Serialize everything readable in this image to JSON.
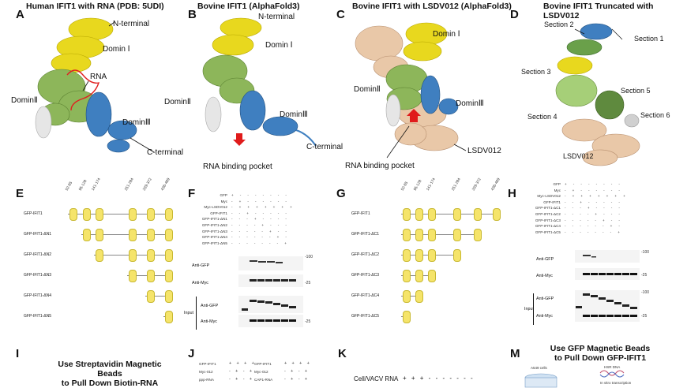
{
  "top": {
    "A": {
      "letter": "A",
      "title": "Human IFIT1 with RNA (PDB: 5UDI)",
      "labels": {
        "n": "N-terminal",
        "d1": "Domin Ⅰ",
        "rna": "RNA",
        "d2": "DominⅡ",
        "d3": "DominⅢ",
        "c": "C-terminal"
      }
    },
    "B": {
      "letter": "B",
      "title": "Bovine IFIT1 (AlphaFold3)",
      "labels": {
        "n": "N-terminal",
        "d1": "Domin Ⅰ",
        "d2": "DominⅡ",
        "d3": "DominⅢ",
        "c": "C-terminal",
        "pocket": "RNA binding pocket"
      }
    },
    "C": {
      "letter": "C",
      "title": "Bovine IFIT1 with LSDV012 (AlphaFold3)",
      "labels": {
        "d1": "Domin Ⅰ",
        "d2": "DominⅡ",
        "d3": "DominⅢ",
        "lsdv": "LSDV012",
        "pocket": "RNA binding pocket"
      }
    },
    "D": {
      "letter": "D",
      "title": "Bovine IFIT1 Truncated with LSDV012",
      "labels": {
        "s1": "Section 1",
        "s2": "Section 2",
        "s3": "Section 3",
        "s4": "Section 4",
        "s5": "Section 5",
        "s6": "Section 6",
        "lsdv": "LSDV012"
      }
    }
  },
  "E": {
    "letter": "E",
    "ranges": [
      "52-85",
      "95-128",
      "141-174",
      "251-284",
      "339-372",
      "436-469"
    ],
    "constructs": [
      "GFP-IFIT1",
      "GFP-IFIT1-ΔN1",
      "GFP-IFIT1-ΔN2",
      "GFP-IFIT1-ΔN3",
      "GFP-IFIT1-ΔN4",
      "GFP-IFIT1-ΔN5"
    ]
  },
  "F": {
    "letter": "F",
    "rows": [
      {
        "label": "GFP",
        "signs": "+ - - - - - - -"
      },
      {
        "label": "Myc",
        "signs": "- + - - - - - -"
      },
      {
        "label": "Myc-LSDV012",
        "signs": "- + + + + + + +"
      },
      {
        "label": "GFP-IFIT1",
        "signs": "- - + - - - - -"
      },
      {
        "label": "GFP-IFIT1-ΔN1",
        "signs": "- - - + - - - -"
      },
      {
        "label": "GFP-IFIT1-ΔN2",
        "signs": "- - - - + - - -"
      },
      {
        "label": "GFP-IFIT1-ΔN3",
        "signs": "- - - - - + - -"
      },
      {
        "label": "GFP-IFIT1-ΔN4",
        "signs": "- - - - - - + -"
      },
      {
        "label": "GFP-IFIT1-ΔN5",
        "signs": "- - - - - - - +"
      }
    ],
    "blots": {
      "ip_gfp": "Anti-GFP",
      "ip_myc": "Anti-Myc",
      "in_gfp": "Anti-GFP",
      "in_myc": "Anti-Myc",
      "input": "Input"
    },
    "mw": [
      "-100",
      "-25",
      "-25"
    ]
  },
  "G": {
    "letter": "G",
    "ranges": [
      "52-85",
      "95-128",
      "141-174",
      "251-284",
      "339-372",
      "436-469"
    ],
    "constructs": [
      "GFP-IFIT1",
      "GFP-IFIT1-ΔC1",
      "GFP-IFIT1-ΔC2",
      "GFP-IFIT1-ΔC3",
      "GFP-IFIT1-ΔC4",
      "GFP-IFIT1-ΔC5"
    ]
  },
  "H": {
    "letter": "H",
    "rows": [
      {
        "label": "GFP",
        "signs": "+ - - - - - - -"
      },
      {
        "label": "Myc",
        "signs": "- + - - - - - -"
      },
      {
        "label": "Myc-LSDV012",
        "signs": "- + + + + + + +"
      },
      {
        "label": "GFP-IFIT1",
        "signs": "- - + - - - - -"
      },
      {
        "label": "GFP-IFIT1-ΔC1",
        "signs": "- - - + - - - -"
      },
      {
        "label": "GFP-IFIT1-ΔC2",
        "signs": "- - - - + - - -"
      },
      {
        "label": "GFP-IFIT1-ΔC3",
        "signs": "- - - - - + - -"
      },
      {
        "label": "GFP-IFIT1-ΔC4",
        "signs": "- - - - - - + -"
      },
      {
        "label": "GFP-IFIT1-ΔC5",
        "signs": "- - - - - - - +"
      }
    ],
    "blots": {
      "ip_gfp": "Anti-GFP",
      "ip_myc": "Anti-Myc",
      "in_gfp": "Anti-GFP",
      "in_myc": "Anti-Myc",
      "input": "Input"
    },
    "mw": [
      "-100",
      "-25",
      "-100",
      "-25"
    ]
  },
  "I": {
    "letter": "I",
    "line1": "Use Streptavidin Magnetic Beads",
    "line2": "to Pull Down Biotin-RNA"
  },
  "J": {
    "letter": "J",
    "left": [
      {
        "label": "GFP-IFIT1",
        "signs": "+ + + +"
      },
      {
        "label": "Myc-012",
        "signs": "- + - +"
      },
      {
        "label": "ppp-RNA",
        "signs": "- + - +"
      }
    ],
    "right": [
      {
        "label": "GFP-IFIT1",
        "signs": "+ + + +"
      },
      {
        "label": "Myc-012",
        "signs": "- + - +"
      },
      {
        "label": "CAP1-RNA",
        "signs": "- + - +"
      }
    ]
  },
  "K": {
    "letter": "K",
    "row": "Cell/VACV RNA",
    "signs": "+ + + - - - - - - -"
  },
  "M": {
    "letter": "M",
    "line1": "Use GFP Magnetic Beads",
    "line2": "to Pull Down GFP-IFIT1",
    "cells": "A549 cells",
    "hsr": "HSR DNA",
    "ivt": "In vitro transcription"
  }
}
